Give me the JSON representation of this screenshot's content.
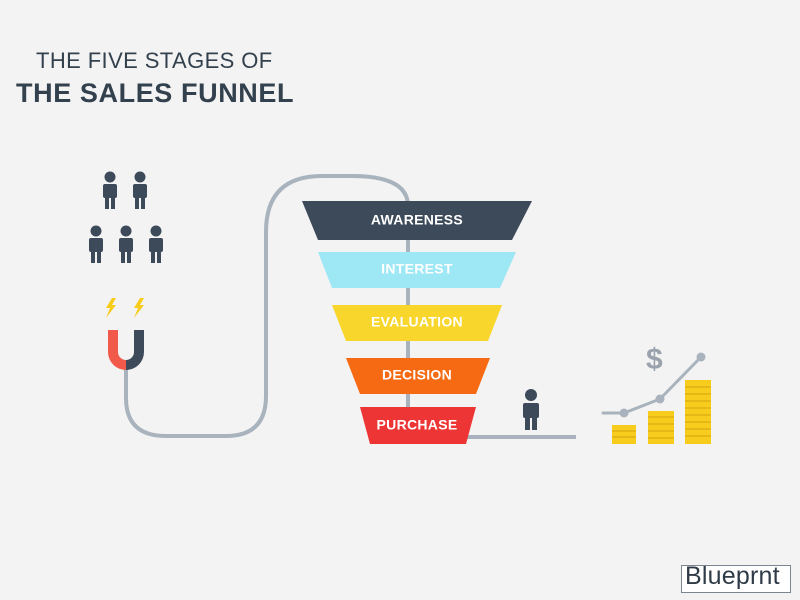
{
  "title": {
    "line1": "THE FIVE STAGES OF",
    "line2": "THE SALES FUNNEL"
  },
  "stages": [
    {
      "label": "AWARENESS",
      "color": "#3d4a5a"
    },
    {
      "label": "INTEREST",
      "color": "#9ee8f6"
    },
    {
      "label": "EVALUATION",
      "color": "#f9d62c"
    },
    {
      "label": "DECISION",
      "color": "#f56a12"
    },
    {
      "label": "PURCHASE",
      "color": "#ee3535"
    }
  ],
  "icons": {
    "people": "person-icon",
    "magnet": "magnet-icon",
    "sparks": "lightning-icon",
    "customer": "person-icon",
    "growth": "growth-chart-icon",
    "currency": "dollar-icon"
  },
  "currency_symbol": "$",
  "logo": "Blueprnt",
  "colors": {
    "text": "#33414e",
    "line": "#a9b3bd",
    "coin": "#f7cc1c",
    "magnet_red": "#f15a4a",
    "magnet_dark": "#3d4a5a"
  }
}
